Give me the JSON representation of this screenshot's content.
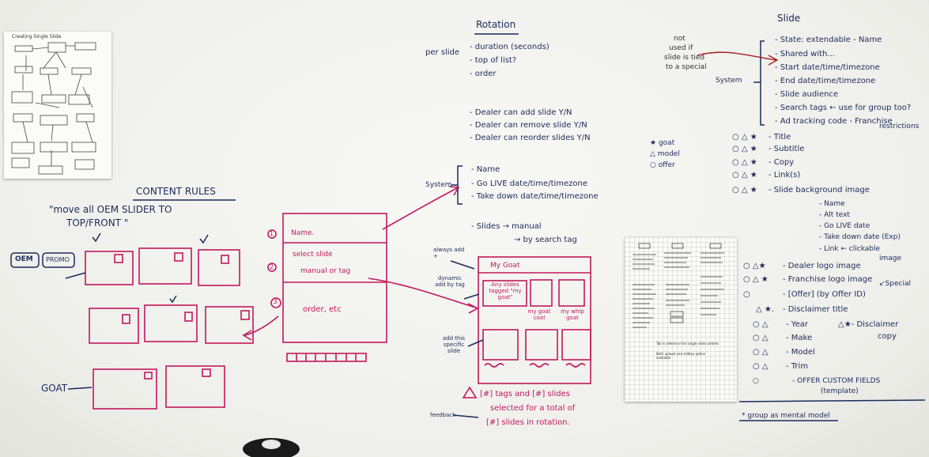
{
  "content_rules": {
    "heading": "CONTENT RULES",
    "quote_line1": "\"move all OEM SLIDER TO",
    "quote_line2": "TOP/FRONT \"",
    "oem_tag": "OEM",
    "promo_tag": "PROMO",
    "goat_label": "GOAT"
  },
  "wireframe": {
    "step1": "1",
    "step2": "2",
    "step3": "3",
    "name_field": "Name.",
    "select_slide": "select slide",
    "manual_option": "manual or tag",
    "order_etc": "order, etc"
  },
  "rotation": {
    "title": "Rotation",
    "per_slide_label": "per slide",
    "per_slide_items": [
      "- duration (seconds)",
      "- top of list?",
      "- order"
    ],
    "dealer_items": [
      "- Dealer can add slide Y/N",
      "- Dealer can remove slide Y/N",
      "- Dealer can reorder slides Y/N"
    ],
    "system_label": "System",
    "system_items": [
      "- Name",
      "- Go LIVE date/time/timezone",
      "- Take down date/time/timezone"
    ],
    "slides_line1": "- Slides → manual",
    "slides_line2": "→ by search tag"
  },
  "mygoat": {
    "header": "My Goat",
    "always_add": "always add +",
    "dynamic_add": "dynamic add by tag",
    "any_slides": "Any slides tagged \"my goat\"",
    "my_goat_cool": "my goat cool",
    "my_whip_goat": "my whip goat",
    "add_this": "add this specific slide",
    "warning_line1": "[#] tags and [#] slides",
    "warning_line2": "selected for a total of",
    "warning_line3": "[#] slides in rotation.",
    "feedback": "feedback"
  },
  "slide": {
    "title": "Slide",
    "not_used_note": [
      "not",
      "used if",
      "slide is tied",
      "to a special"
    ],
    "system_label": "System",
    "system_items": [
      "- State: extendable  - Name",
      "- Shared with...",
      "- Start date/time/timezone",
      "- End  date/time/timezone",
      "- Slide audience",
      "- Search tags ← use for group too?",
      "- Ad tracking code  - Franchise"
    ],
    "restrictions": "restrictions",
    "legend": [
      {
        "symbol": "★",
        "label": "goat"
      },
      {
        "symbol": "△",
        "label": "model"
      },
      {
        "symbol": "○",
        "label": "offer"
      }
    ],
    "fields": [
      {
        "marks": "○ △ ★",
        "label": "- Title"
      },
      {
        "marks": "○ △ ★",
        "label": "- Subtitle"
      },
      {
        "marks": "○ △ ★",
        "label": "- Copy"
      },
      {
        "marks": "○ △ ★",
        "label": "- Link(s)"
      },
      {
        "marks": "○ △ ★",
        "label": "- Slide background image"
      }
    ],
    "bg_subitems": [
      "- Name",
      "- Alt text",
      "- Go LIVE date",
      "- Take down date (Exp)",
      "- Link ← clickable"
    ],
    "image_word": "image",
    "logo_fields": [
      {
        "marks": "○ △★",
        "label": "- Dealer logo image"
      },
      {
        "marks": "○ △ ★",
        "label": "- Franchise logo image"
      },
      {
        "marks": "○",
        "label": "- [Offer] (by Offer ID)"
      },
      {
        "marks": "△ ★.",
        "label": "- Disclaimer title"
      }
    ],
    "special_note": "↙Special",
    "vehicle_fields": [
      {
        "marks": "○ △",
        "label": "- Year"
      },
      {
        "marks": "○ △",
        "label": "- Make"
      },
      {
        "marks": "○ △",
        "label": "- Model"
      },
      {
        "marks": "○ △",
        "label": "- Trim"
      },
      {
        "marks": "○",
        "label": "- OFFER CUSTOM FIELDS"
      }
    ],
    "template_note": "(template)",
    "disclaimer_copy_line1": "△★- Disclaimer",
    "disclaimer_copy_line2": "copy",
    "group_note": "* group as mental model"
  },
  "papers": {
    "left_title": "Creating Single Slide",
    "middle_note1": "Tab is reference for single slide content",
    "middle_note2": "Both upload and slidbox option available"
  },
  "colors": {
    "navy_marker": "#1c2a5c",
    "magenta_marker": "#c2185b",
    "board": "#f4f4f0"
  }
}
